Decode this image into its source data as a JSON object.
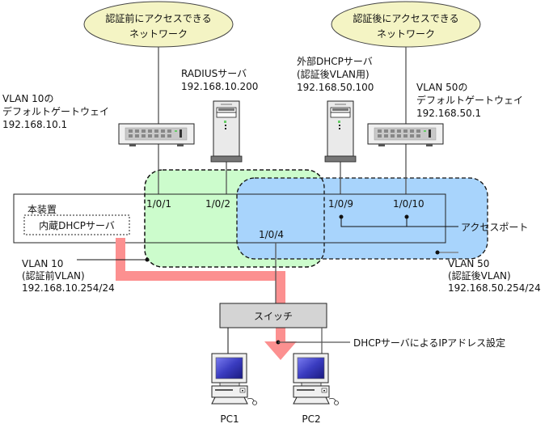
{
  "networks": {
    "pre_auth": {
      "line1": "認証前にアクセスできる",
      "line2": "ネットワーク"
    },
    "post_auth": {
      "line1": "認証後にアクセスできる",
      "line2": "ネットワーク"
    }
  },
  "gateways": {
    "vlan10": {
      "line1": "VLAN 10の",
      "line2": "デフォルトゲートウェイ",
      "line3": "192.168.10.1"
    },
    "vlan50": {
      "line1": "VLAN 50の",
      "line2": "デフォルトゲートウェイ",
      "line3": "192.168.50.1"
    }
  },
  "servers": {
    "radius": {
      "line1": "RADIUSサーバ",
      "line2": "192.168.10.200"
    },
    "external_dhcp": {
      "line1": "外部DHCPサーバ",
      "line2": "(認証後VLAN用)",
      "line3": "192.168.50.100"
    }
  },
  "device": {
    "label": "本装置",
    "internal_dhcp": "内蔵DHCPサーバ",
    "ports": [
      "1/0/1",
      "1/0/2",
      "1/0/4",
      "1/0/9",
      "1/0/10"
    ]
  },
  "vlans": {
    "vlan10": {
      "line1": "VLAN 10",
      "line2": "(認証前VLAN)",
      "line3": "192.168.10.254/24",
      "color": "#ccfccc"
    },
    "vlan50": {
      "line1": "VLAN 50",
      "line2": "(認証後VLAN)",
      "line3": "192.168.50.254/24",
      "color": "#a8d4fc"
    }
  },
  "annotations": {
    "access_port": "アクセスポート",
    "dhcp_setting": "DHCPサーバによるIPアドレス設定"
  },
  "switch": {
    "label": "スイッチ"
  },
  "pcs": [
    {
      "label": "PC1"
    },
    {
      "label": "PC2"
    }
  ],
  "colors": {
    "cloud": "#f4f4c4",
    "dhcp_arrow": "#fc9090",
    "switch_fill": "#d4d4d4"
  }
}
